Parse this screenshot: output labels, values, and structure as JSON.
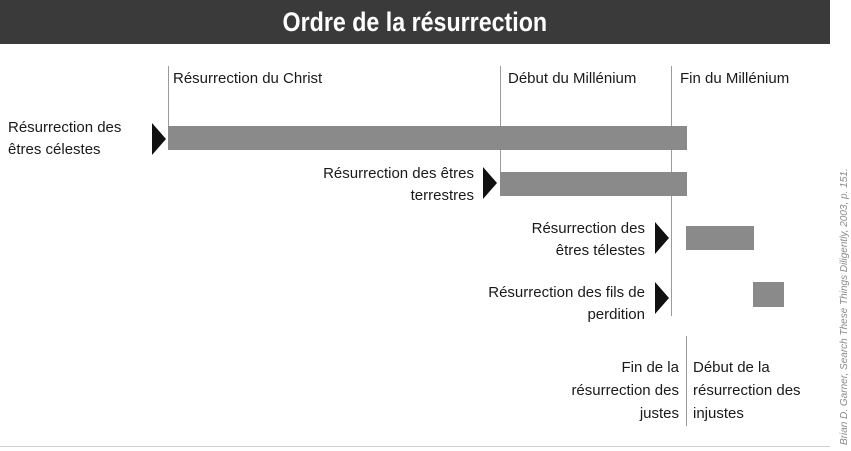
{
  "title": "Ordre de la résurrection",
  "markers": {
    "christ_resurrection": "Résurrection du Christ",
    "millennium_start": "Début du Millénium",
    "millennium_end": "Fin du Millénium"
  },
  "rows": [
    {
      "label": "Résurrection des êtres célestes",
      "line1": "Résurrection des",
      "line2": "êtres célestes"
    },
    {
      "label": "Résurrection des êtres terrestres",
      "line1": "Résurrection des êtres",
      "line2": "terrestres"
    },
    {
      "label": "Résurrection des êtres télestes",
      "line1": "Résurrection des",
      "line2": "êtres télestes"
    },
    {
      "label": "Résurrection des fils de perdition",
      "line1": "Résurrection des fils de",
      "line2": "perdition"
    }
  ],
  "bottom_labels": {
    "end_just": {
      "line1": "Fin de la",
      "line2": "résurrection des",
      "line3": "justes"
    },
    "start_unjust": {
      "line1": "Début de la",
      "line2": "résurrection des",
      "line3": "injustes"
    }
  },
  "credit": "Brian D. Garner, Search These Things Diligently, 2003, p. 151.",
  "colors": {
    "title_bg": "#3a3a3a",
    "bar": "#8a8a8a",
    "arrow": "#111111",
    "line": "#9a9a9a"
  }
}
